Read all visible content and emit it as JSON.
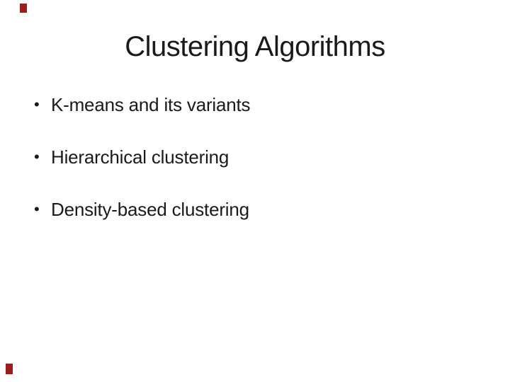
{
  "slide": {
    "title": "Clustering Algorithms",
    "bullet_glyph": "•",
    "bullets": [
      {
        "label": "K-means and its variants"
      },
      {
        "label": "Hierarchical clustering"
      },
      {
        "label": "Density-based clustering"
      }
    ]
  },
  "colors": {
    "background": "#ffffff",
    "text": "#1a1a1a",
    "corner_mark": "#9b1d1d"
  }
}
